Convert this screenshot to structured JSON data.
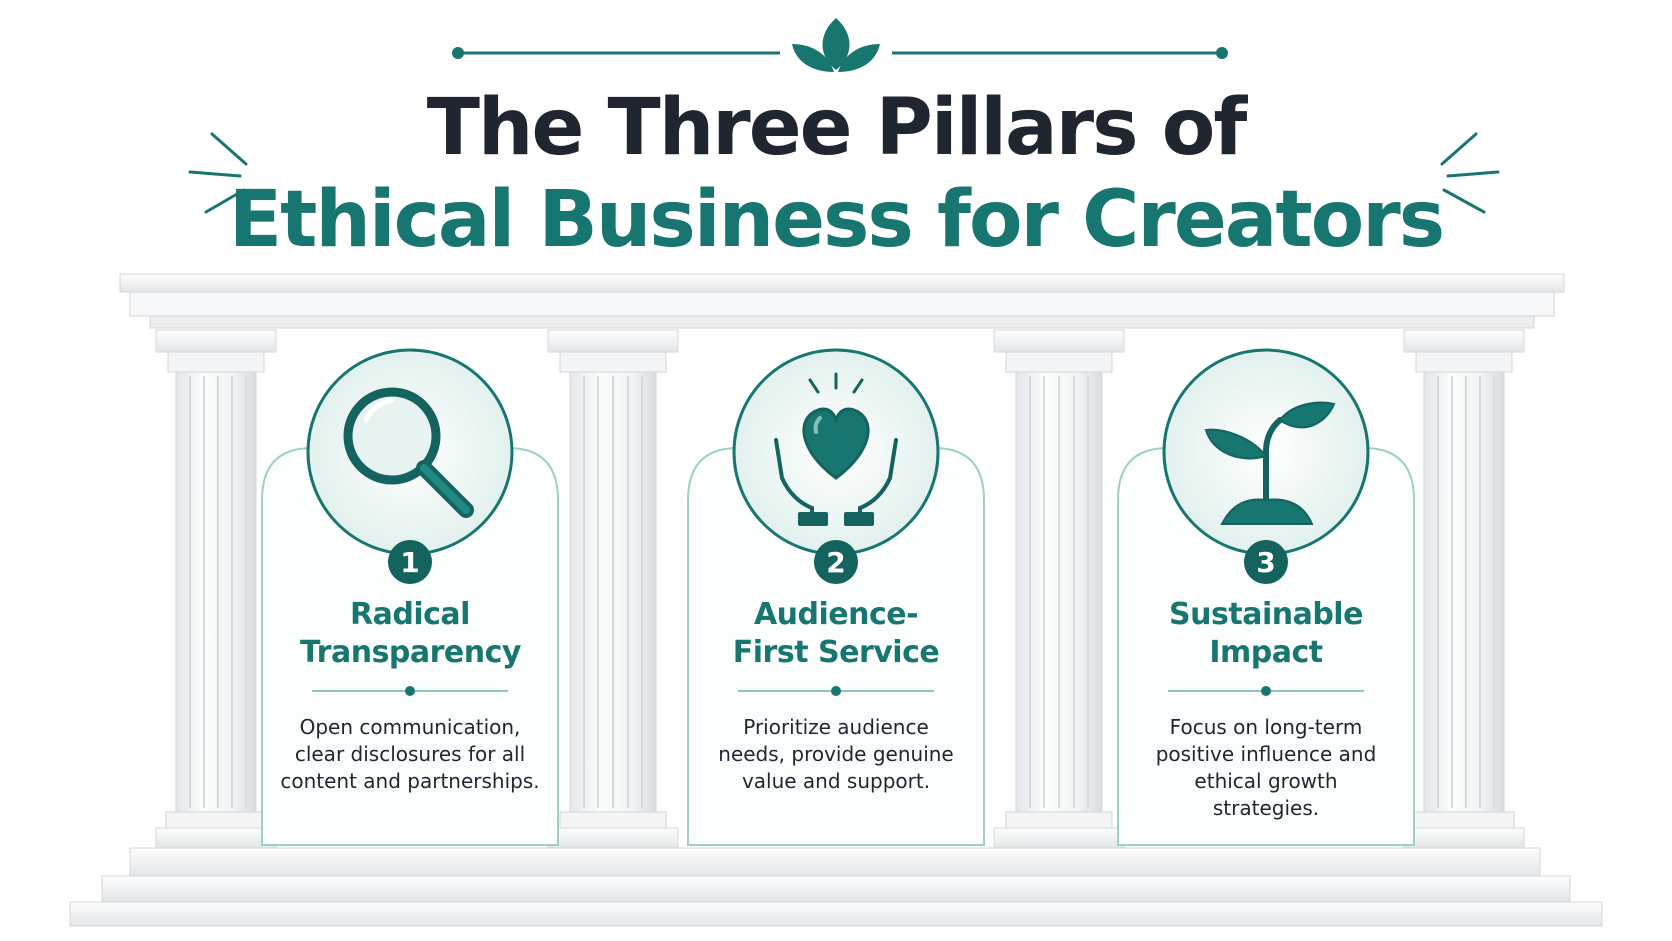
{
  "title": {
    "line1": "The Three Pillars of",
    "line2": "Ethical Business for Creators"
  },
  "colors": {
    "accent": "#17766f",
    "accent_dark": "#15635f",
    "accent_light": "#e6f3f1",
    "text_dark": "#1f2630",
    "stone": "#eef0f2"
  },
  "pillars": [
    {
      "number": "1",
      "title": "Radical Transparency",
      "icon": "magnifying-glass-icon",
      "description": "Open communication, clear disclosures for all content and partnerships."
    },
    {
      "number": "2",
      "title": "Audience-First Service",
      "icon": "heart-in-hands-icon",
      "description": "Prioritize audience needs, provide genuine value and support."
    },
    {
      "number": "3",
      "title": "Sustainable Impact",
      "icon": "sprout-icon",
      "description": "Focus on long-term positive influence and ethical growth strategies."
    }
  ]
}
